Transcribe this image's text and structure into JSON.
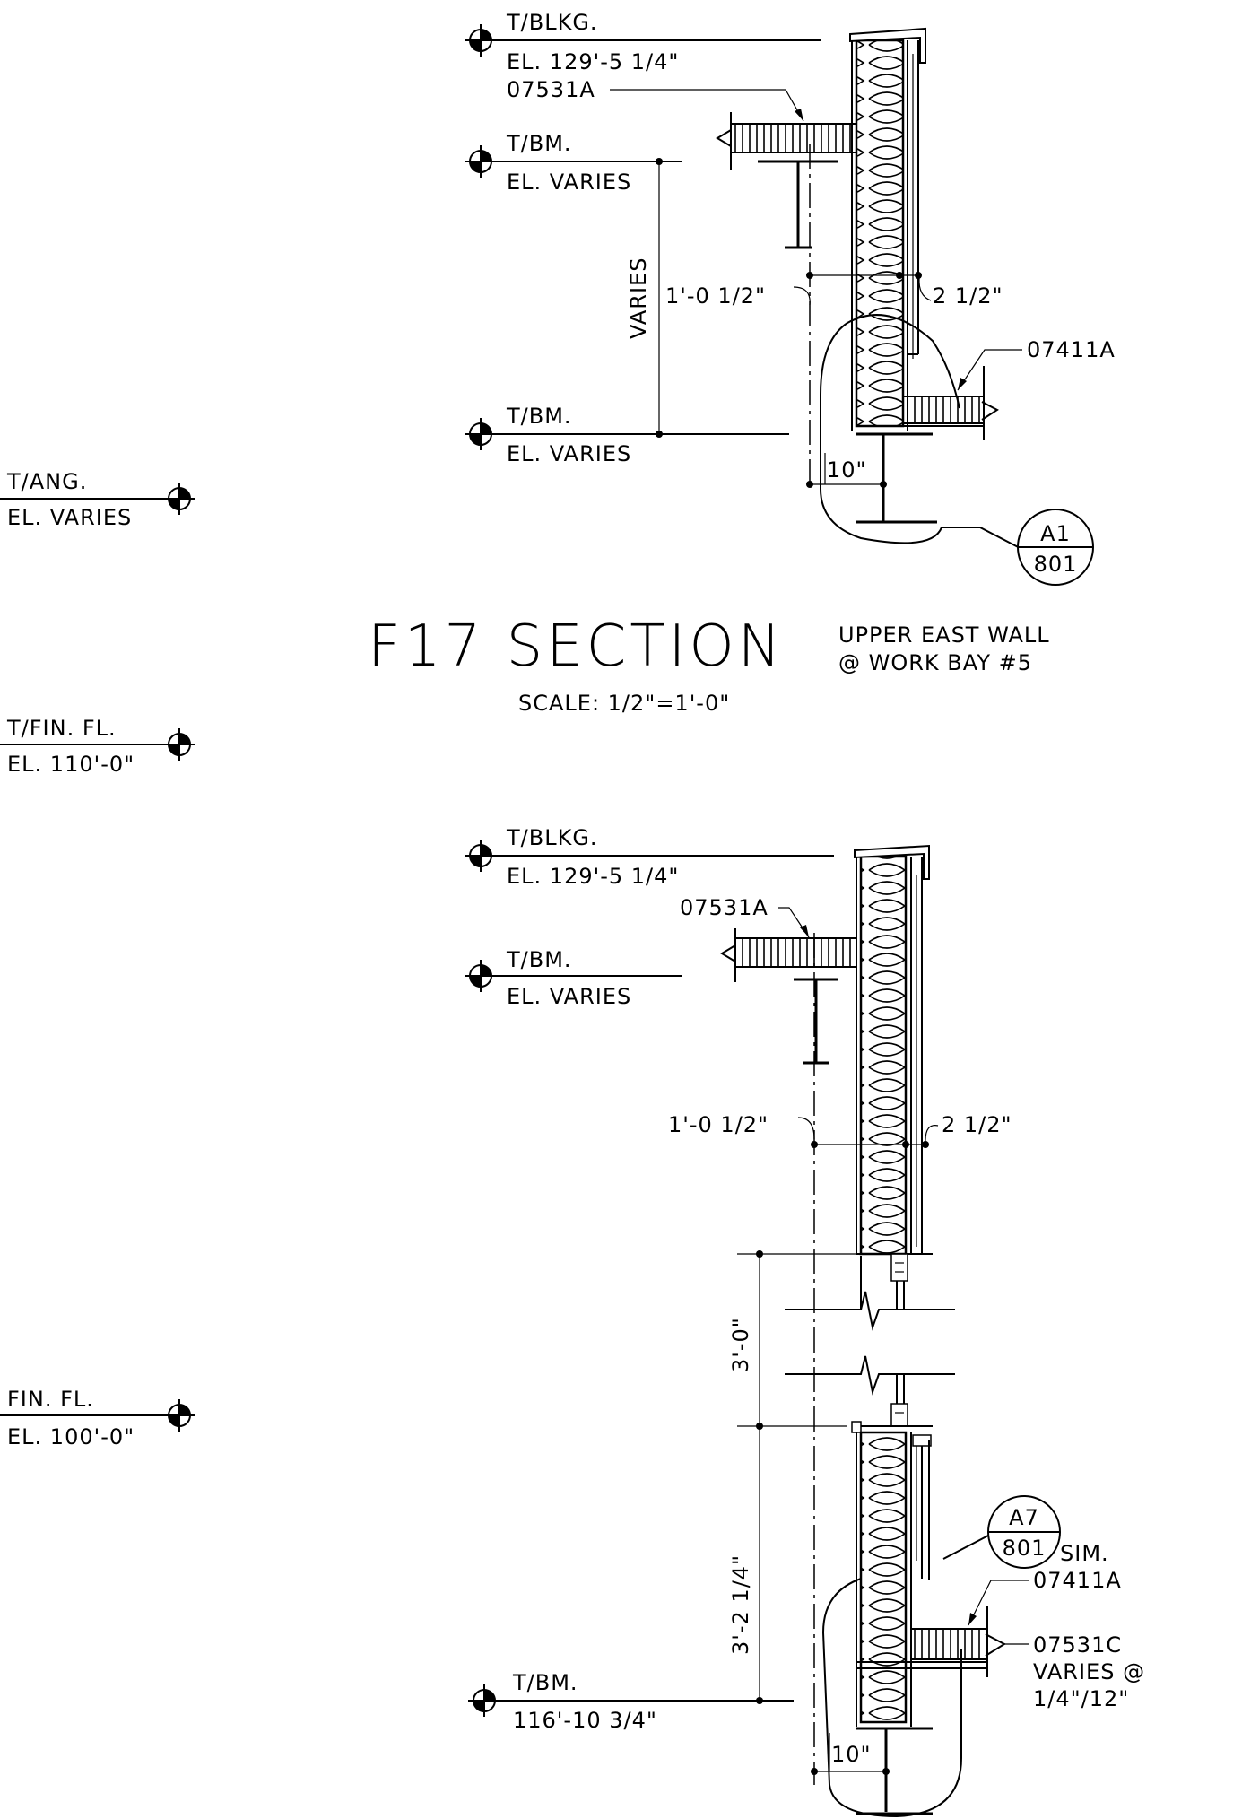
{
  "left_marks": [
    {
      "id": "t-ang",
      "line1": "T/ANG.",
      "line2": "EL. VARIES"
    },
    {
      "id": "t-fin-fl",
      "line1": "T/FIN. FL.",
      "line2": "EL. 110'-0\""
    },
    {
      "id": "fin-fl",
      "line1": "FIN. FL.",
      "line2": "EL. 100'-0\""
    }
  ],
  "upper": {
    "t_blkg": {
      "line1": "T/BLKG.",
      "line2": "EL. 129'-5 1/4\""
    },
    "flashing": "07531A",
    "t_bm1": {
      "line1": "T/BM.",
      "line2": "EL. VARIES"
    },
    "t_bm2": {
      "line1": "T/BM.",
      "line2": "EL. VARIES"
    },
    "dim_varies": "VARIES",
    "dim_left": "1'-0 1/2\"",
    "dim_right": "2 1/2\"",
    "dim_bottom": "10\"",
    "panel_tag": "07411A",
    "callout": {
      "top": "A1",
      "bottom": "801"
    }
  },
  "title": {
    "name": "F17 SECTION",
    "sub1": "UPPER EAST WALL",
    "sub2": "@ WORK BAY #5",
    "scale": "SCALE: 1/2\"=1'-0\""
  },
  "lower": {
    "t_blkg": {
      "line1": "T/BLKG.",
      "line2": "EL. 129'-5 1/4\""
    },
    "flashing": "07531A",
    "t_bm1": {
      "line1": "T/BM.",
      "line2": "EL. VARIES"
    },
    "dim_left": "1'-0 1/2\"",
    "dim_right": "2 1/2\"",
    "dim_3_0": "3'-0\"",
    "dim_3_2": "3'-2 1/4\"",
    "callout": {
      "top": "A7",
      "bottom": "801"
    },
    "sim": "SIM.",
    "panel_tag": "07411A",
    "roof_tag": "07531C",
    "roof_varies1": "VARIES @",
    "roof_varies2": "1/4\"/12\"",
    "t_bm2": {
      "line1": "T/BM.",
      "line2": "116'-10 3/4\""
    },
    "dim_bottom": "10\""
  }
}
